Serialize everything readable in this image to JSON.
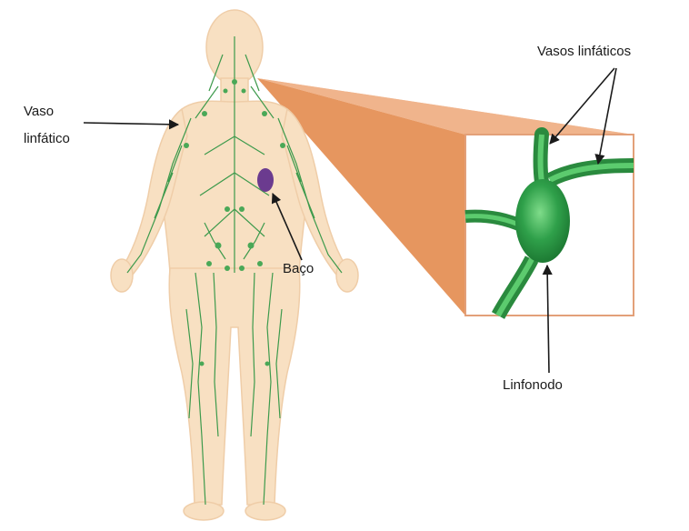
{
  "labels": {
    "lymph_vessel_line1": "Vaso",
    "lymph_vessel_line2": "linfático",
    "spleen": "Baço",
    "lymph_vessels": "Vasos linfáticos",
    "lymph_node": "Linfonodo"
  },
  "colors": {
    "skin": "#f8e2c6",
    "skin_outline": "#e9c9a6",
    "vessel_green": "#3b9a4a",
    "node_green": "#2fa04a",
    "zoom_cone": "#e9a37a",
    "zoom_cone_dark": "#d98a5c",
    "spleen_purple": "#6b3b8f",
    "arrow": "#1a1a1a"
  }
}
